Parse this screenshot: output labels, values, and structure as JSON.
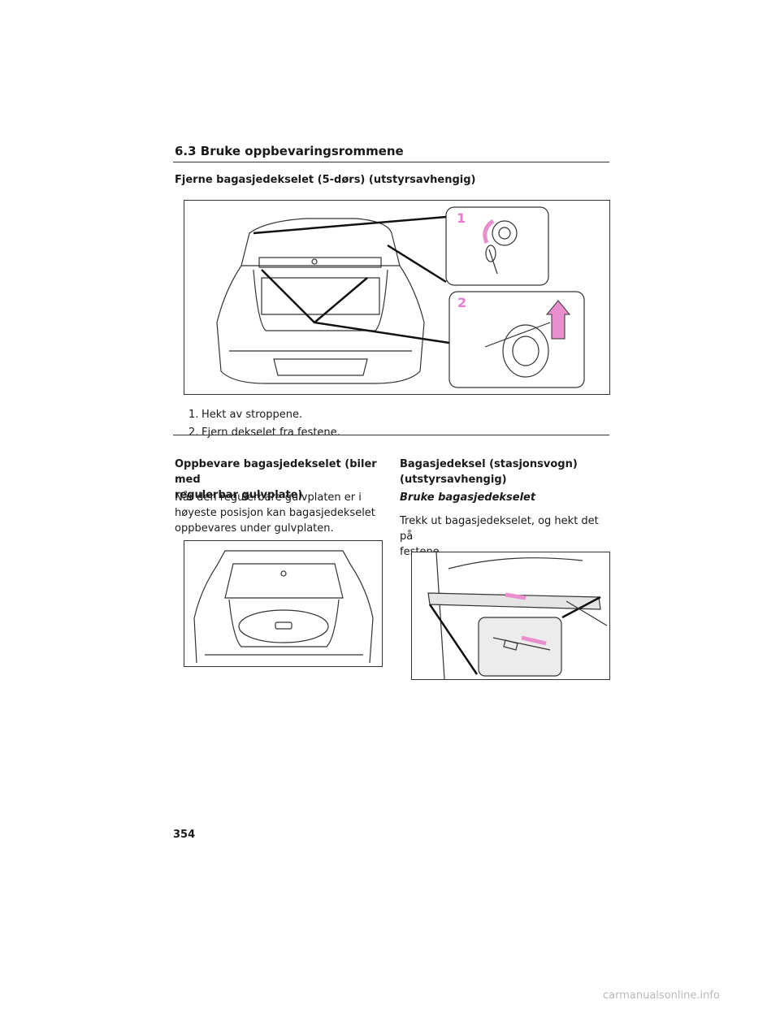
{
  "section": {
    "title": "6.3  Bruke oppbevaringsrommene"
  },
  "remove": {
    "heading": "Fjerne bagasjedekselet (5-dørs) (utstyrsavhengig)",
    "callouts": [
      "1",
      "2"
    ],
    "steps": [
      {
        "num": "1.",
        "text": "Hekt av stroppene."
      },
      {
        "num": "2.",
        "text": "Fjern dekselet fra festene."
      }
    ]
  },
  "store": {
    "heading": [
      "Oppbevare bagasjedekselet (biler med",
      "regulerbar gulvplate)"
    ],
    "body": [
      "Når den regulerbare gulvplaten er i",
      "høyeste posisjon kan bagasjedekselet",
      "oppbevares under gulvplaten."
    ]
  },
  "wagon": {
    "heading": [
      "Bagasjedeksel (stasjonsvogn)",
      "(utstyrsavhengig)"
    ],
    "subheading": "Bruke bagasjedekselet",
    "body": [
      "Trekk ut bagasjedekselet, og hekt det på",
      "festene."
    ]
  },
  "page_number": "354",
  "watermark": "carmanualsonline.info",
  "colors": {
    "accent": "#e87bd0",
    "arrow": "#e98fcf",
    "line": "#333333"
  }
}
